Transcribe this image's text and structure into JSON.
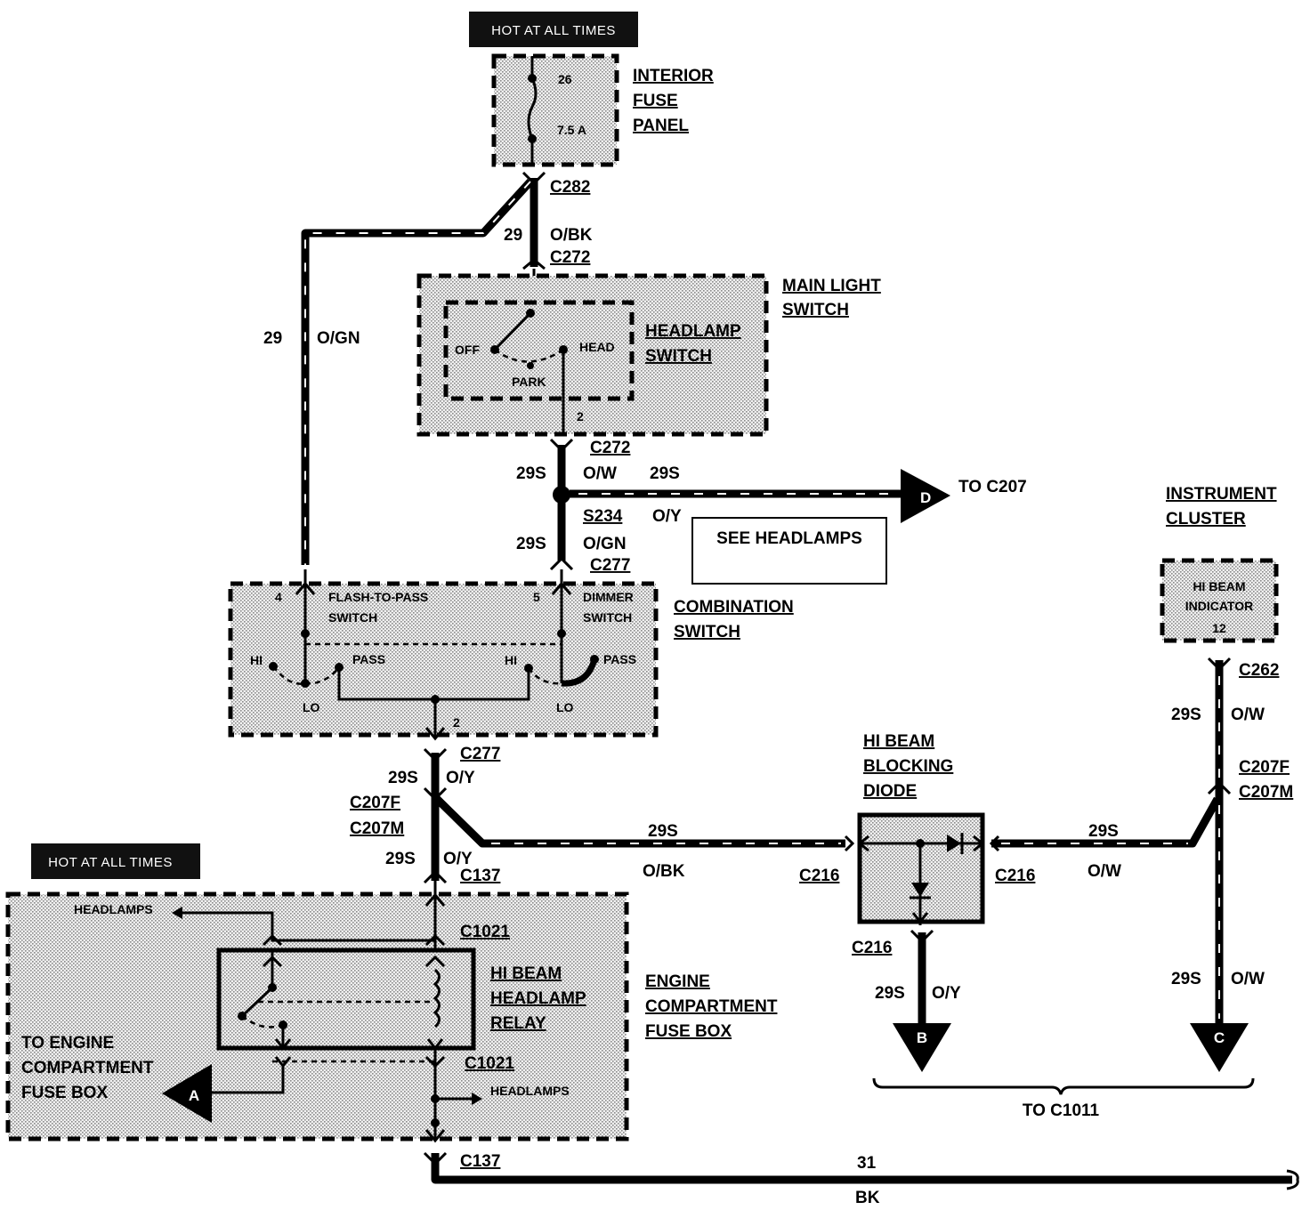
{
  "headers": {
    "top": "HOT AT ALL TIMES",
    "left": "HOT AT ALL TIMES"
  },
  "components": {
    "interior_fuse_panel": {
      "line1": "INTERIOR",
      "line2": "FUSE",
      "line3": "PANEL",
      "fuse_number": "26",
      "fuse_rating": "7.5 A"
    },
    "main_light_switch": {
      "line1": "MAIN LIGHT",
      "line2": "SWITCH"
    },
    "headlamp_switch": {
      "line1": "HEADLAMP",
      "line2": "SWITCH",
      "off": "OFF",
      "head": "HEAD",
      "park": "PARK",
      "pin": "2"
    },
    "combination_switch": {
      "line1": "COMBINATION",
      "line2": "SWITCH"
    },
    "flash_to_pass_switch": {
      "line1": "FLASH-TO-PASS",
      "line2": "SWITCH",
      "pin": "4",
      "hi": "HI",
      "lo": "LO",
      "pass": "PASS"
    },
    "dimmer_switch": {
      "line1": "DIMMER",
      "line2": "SWITCH",
      "pin": "5",
      "hi": "HI",
      "lo": "LO",
      "pass": "PASS",
      "out_pin": "2"
    },
    "instrument_cluster": {
      "line1": "INSTRUMENT",
      "line2": "CLUSTER",
      "ind1": "HI  BEAM",
      "ind2": "INDICATOR",
      "pin": "12"
    },
    "hi_beam_blocking_diode": {
      "line1": "HI BEAM",
      "line2": "BLOCKING",
      "line3": "DIODE"
    },
    "engine_compartment_fuse_box": {
      "line1": "ENGINE",
      "line2": "COMPARTMENT",
      "line3": "FUSE BOX"
    },
    "hi_beam_headlamp_relay": {
      "line1": "HI BEAM",
      "line2": "HEADLAMP",
      "line3": "RELAY"
    },
    "to_engine_fuse_box": {
      "line1": "TO ENGINE",
      "line2": "COMPARTMENT",
      "line3": "FUSE BOX"
    },
    "see_headlamps": "SEE HEADLAMPS"
  },
  "connectors": {
    "c282": "C282",
    "c272_top": "C272",
    "c272_bot": "C272",
    "s234": "S234",
    "c277_top": "C277",
    "c277_bot": "C277",
    "c207f": "C207F",
    "c207m": "C207M",
    "c137_top": "C137",
    "c1021_top": "C1021",
    "c1021_bot": "C1021",
    "c137_bot": "C137",
    "c216_left": "C216",
    "c216_right": "C216",
    "c216_bot": "C216",
    "c262": "C262",
    "c207f_r": "C207F",
    "c207m_r": "C207M"
  },
  "wires": {
    "w29_obk_num": "29",
    "w29_obk_color": "O/BK",
    "w29_ogn_num": "29",
    "w29_ogn_color": "O/GN",
    "w29s_ow_num": "29S",
    "w29s_ow_color": "O/W",
    "w29s_oy_d_num": "29S",
    "w29s_oy_d_color": "O/Y",
    "w29s_ogn_num": "29S",
    "w29s_ogn_color": "O/GN",
    "w29s_oy_a_num": "29S",
    "w29s_oy_a_color": "O/Y",
    "w29s_oy_b_num": "29S",
    "w29s_oy_b_color": "O/Y",
    "w29s_obk_num": "29S",
    "w29s_obk_color": "O/BK",
    "w29s_ow_diode_num": "29S",
    "w29s_ow_diode_color": "O/W",
    "w29s_ow_cluster_num": "29S",
    "w29s_ow_cluster_color": "O/W",
    "w29s_oy_out_num": "29S",
    "w29s_oy_out_color": "O/Y",
    "w29s_ow_out_num": "29S",
    "w29s_ow_out_color": "O/W",
    "w31_num": "31",
    "w31_color": "BK"
  },
  "destinations": {
    "d_label": "D",
    "d_to": "TO C207",
    "a_label": "A",
    "b_label": "B",
    "c_label": "C",
    "bc_to": "TO C1011",
    "headlamps_top": "HEADLAMPS",
    "headlamps_bot": "HEADLAMPS"
  }
}
